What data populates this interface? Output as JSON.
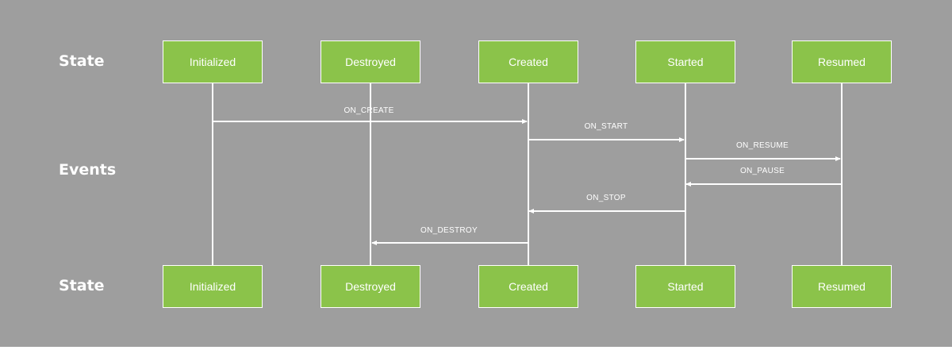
{
  "row_labels": {
    "top": "State",
    "middle": "Events",
    "bottom": "State"
  },
  "states": [
    "Initialized",
    "Destroyed",
    "Created",
    "Started",
    "Resumed"
  ],
  "events": [
    {
      "label": "ON_CREATE",
      "from": "Initialized",
      "to": "Created"
    },
    {
      "label": "ON_START",
      "from": "Created",
      "to": "Started"
    },
    {
      "label": "ON_RESUME",
      "from": "Started",
      "to": "Resumed"
    },
    {
      "label": "ON_PAUSE",
      "from": "Resumed",
      "to": "Started"
    },
    {
      "label": "ON_STOP",
      "from": "Started",
      "to": "Created"
    },
    {
      "label": "ON_DESTROY",
      "from": "Created",
      "to": "Destroyed"
    }
  ],
  "colors": {
    "background": "#9e9e9e",
    "state_box": "#8bc34a",
    "line": "#ffffff",
    "text": "#ffffff"
  }
}
